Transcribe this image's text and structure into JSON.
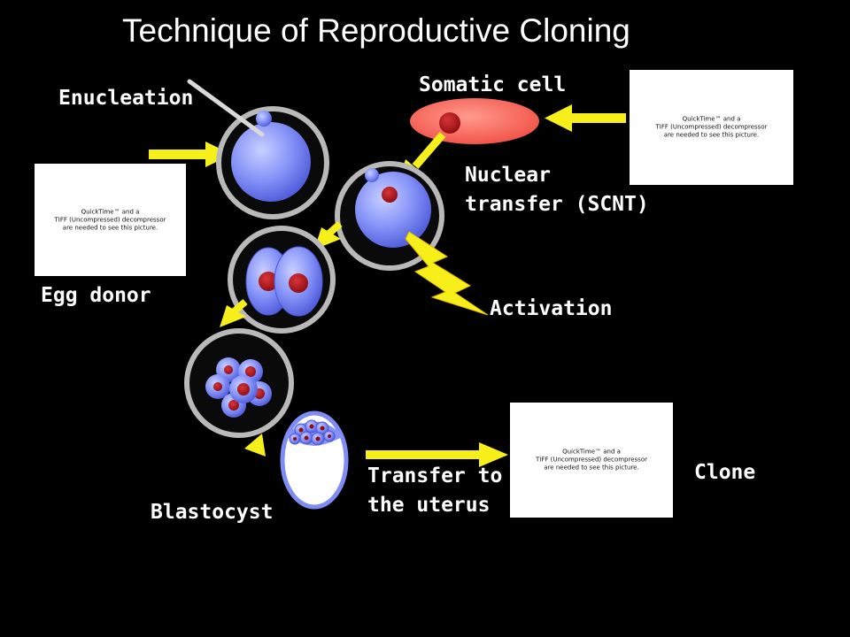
{
  "title": "Technique of Reproductive Cloning",
  "labels": {
    "enucleation": "Enucleation",
    "egg_donor": "Egg donor",
    "somatic_cell": "Somatic cell",
    "nuclear_transfer_line1": "Nuclear",
    "nuclear_transfer_line2": "transfer (SCNT)",
    "activation": "Activation",
    "blastocyst": "Blastocyst",
    "transfer_line1": "Transfer to",
    "transfer_line2": "the uterus",
    "clone": "Clone"
  },
  "placeholder_text": {
    "line1": "QuickTime™ and a",
    "line2": "TIFF (Uncompressed) decompressor",
    "line3": "are needed to see this picture."
  },
  "colors": {
    "background": "#000000",
    "cell_blue": "#7f8cf5",
    "nucleus_red": "#b5151b",
    "somatic_cell": "#f4675c",
    "arrow_yellow": "#f7ef1a",
    "zona_gray": "#b9b9b9"
  }
}
